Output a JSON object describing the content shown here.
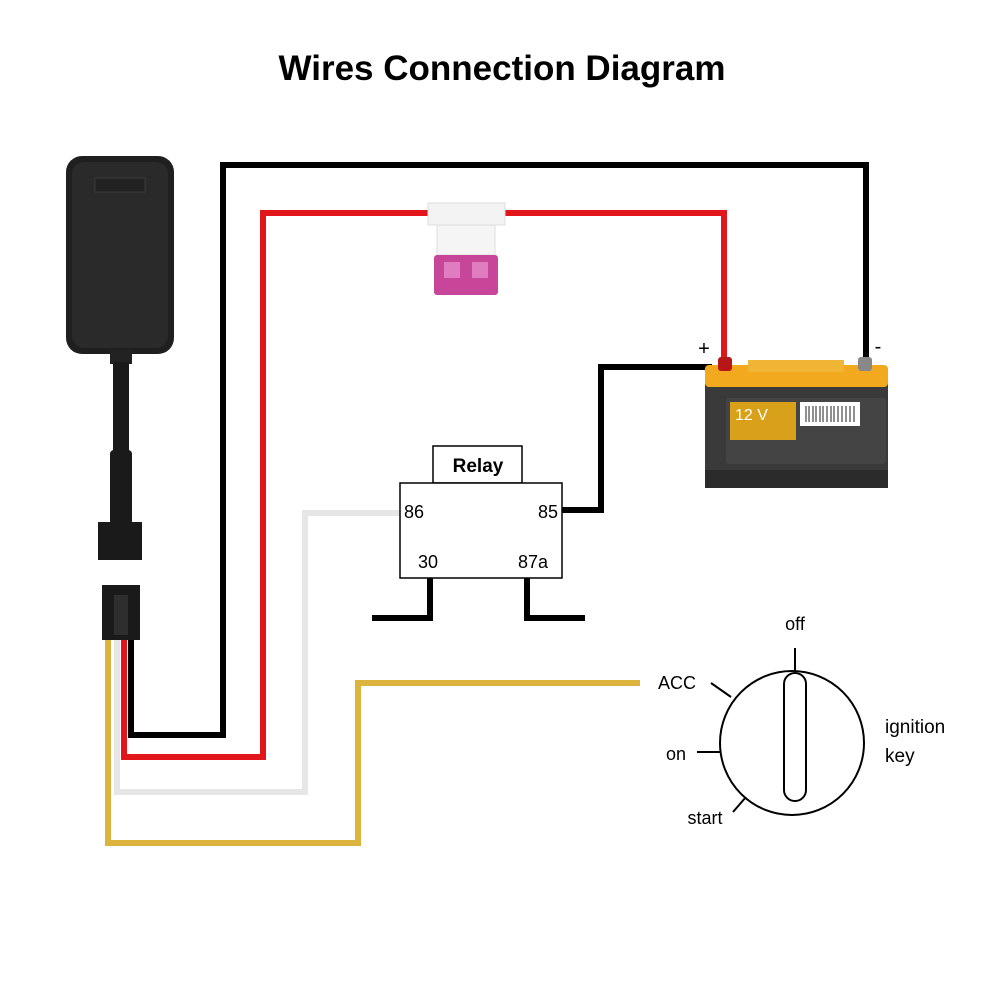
{
  "title": "Wires Connection Diagram",
  "colors": {
    "black_wire": "#000000",
    "red_wire": "#e0161b",
    "white_wire": "#e6e6e6",
    "yellow_wire": "#dcb33c",
    "fuse": "#c8469a",
    "battery_top": "#f2a91e",
    "battery_body": "#3a3a3a"
  },
  "relay": {
    "label": "Relay",
    "pin_86": "86",
    "pin_85": "85",
    "pin_30": "30",
    "pin_87a": "87a"
  },
  "battery": {
    "plus": "+",
    "minus": "-",
    "voltage": "12 V"
  },
  "ignition": {
    "off": "off",
    "acc": "ACC",
    "on": "on",
    "start": "start",
    "label_line1": "ignition",
    "label_line2": "key"
  }
}
